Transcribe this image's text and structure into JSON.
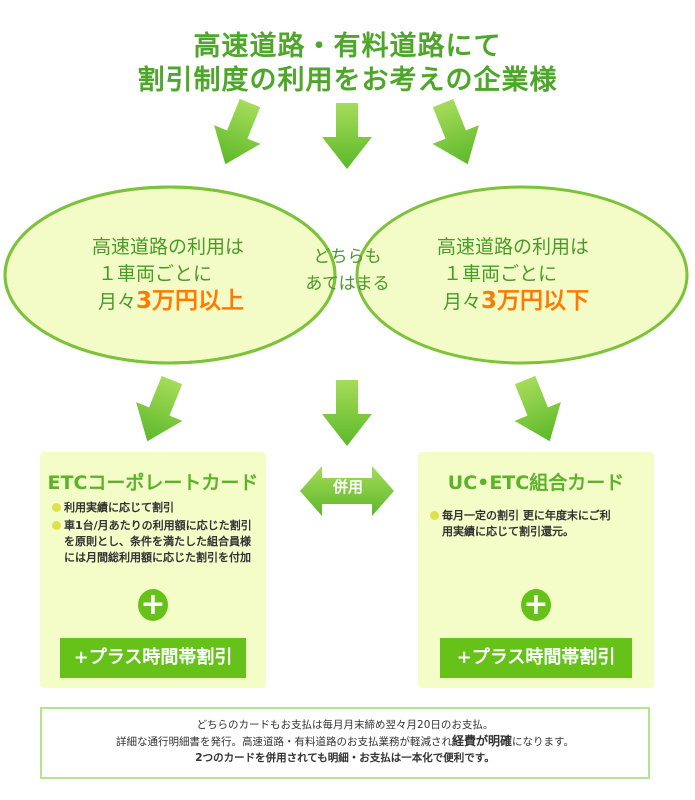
{
  "title": {
    "line1": "高速道路・有料道路にて",
    "line2": "割引制度の利用をお考えの企業様"
  },
  "venn": {
    "left": {
      "line1": "高速道路の利用は",
      "line2": "１車両ごとに",
      "line3_prefix": "月々",
      "line3_highlight": "3万円以上"
    },
    "right": {
      "line1": "高速道路の利用は",
      "line2": "１車両ごとに",
      "line3_prefix": "月々",
      "line3_highlight": "3万円以下"
    },
    "middle": {
      "line1": "どちらも",
      "line2": "あてはまる"
    }
  },
  "combo_label": "併用",
  "cards": [
    {
      "title": "ETCコーポレートカード",
      "bullets": [
        "利用実績に応じて割引",
        "車1台/月あたりの利用額に応じた割引を原則とし、条件を満たした組合員様には月間総利用額に応じた割引を付加"
      ],
      "plus": "+",
      "button": "+プラス時間帯割引"
    },
    {
      "title": "UC•ETC組合カード",
      "bullets": [
        "毎月一定の割引 更に年度末にご利用実績に応じて割引還元。"
      ],
      "plus": "+",
      "button": "+プラス時間帯割引"
    }
  ],
  "footer": {
    "line1": "どちらのカードもお支払は毎月月末締め翌々月20日のお支払。",
    "line2_a": "詳細な通行明細書を発行。高速道路・有料道路のお支払業務が軽減され",
    "line2_bold": "経費が明確",
    "line2_b": "になります。",
    "line3": "2つのカードを併用されても明細・お支払は一本化で便利です。"
  },
  "colors": {
    "green": "#4ea62a",
    "orange": "#ff7a00",
    "card_bg": "#f4fcc8",
    "button": "#66c218"
  }
}
